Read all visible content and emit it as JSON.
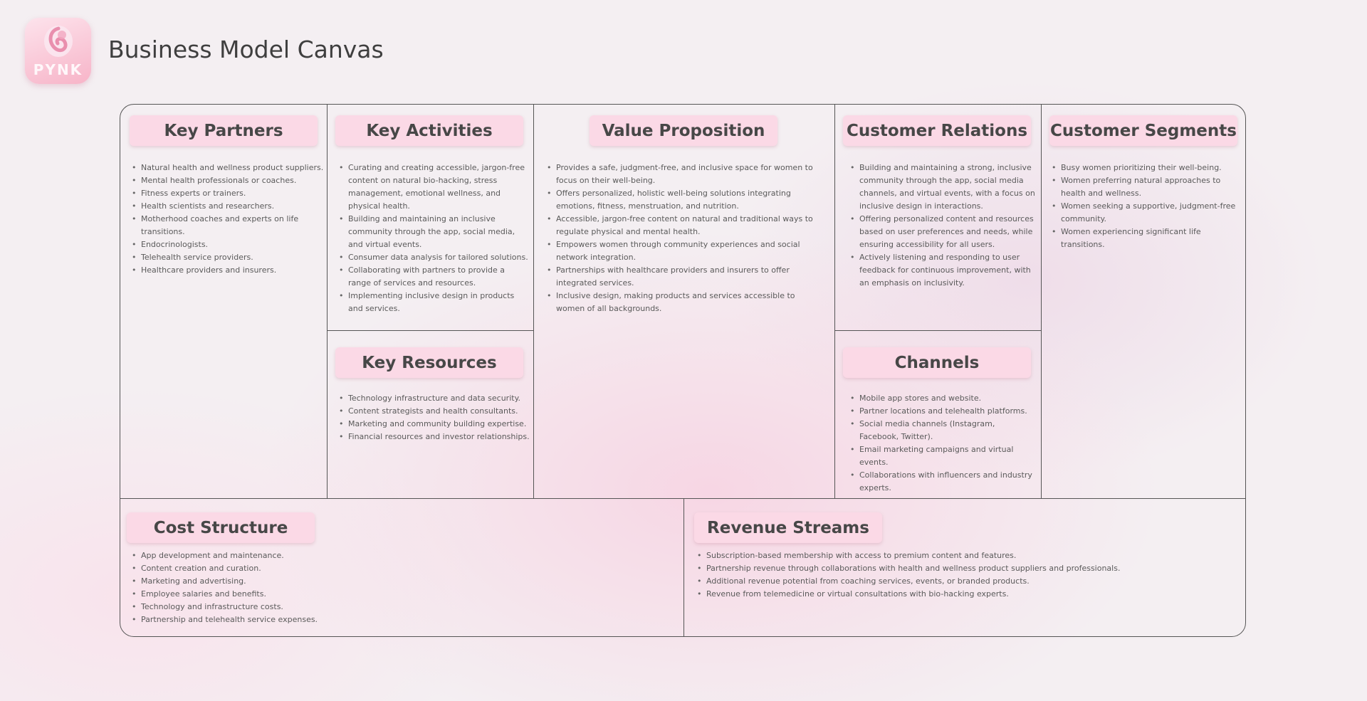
{
  "header": {
    "logo_text": "PYNK",
    "title": "Business Model Canvas"
  },
  "colors": {
    "accent": "#fbd9e6",
    "border": "#555555",
    "logo": "#f7b4c8"
  },
  "canvas": {
    "key_partners": {
      "title": "Key Partners",
      "items": [
        "Natural health and wellness product suppliers.",
        "Mental health professionals or coaches.",
        "Fitness experts or trainers.",
        "Health scientists and researchers.",
        "Motherhood coaches and experts on life transitions.",
        "Endocrinologists.",
        "Telehealth service providers.",
        "Healthcare providers and insurers."
      ]
    },
    "key_activities": {
      "title": "Key Activities",
      "items": [
        "Curating and creating accessible, jargon-free content on natural bio-hacking, stress management, emotional wellness, and physical health.",
        "Building and maintaining an inclusive community through the app, social media, and virtual events.",
        "Consumer data analysis for tailored solutions.",
        "Collaborating with partners to provide a range of services and resources.",
        "Implementing inclusive design in products and services."
      ]
    },
    "key_resources": {
      "title": "Key Resources",
      "items": [
        "Technology infrastructure and data security.",
        "Content strategists and health consultants.",
        "Marketing and community building expertise.",
        "Financial resources and investor relationships."
      ]
    },
    "value_proposition": {
      "title": "Value Proposition",
      "items": [
        "Provides a safe, judgment-free, and inclusive space for women to focus on their well-being.",
        "Offers personalized, holistic well-being solutions integrating emotions, fitness, menstruation, and nutrition.",
        "Accessible, jargon-free content on natural and traditional ways to regulate physical and mental health.",
        "Empowers women through community experiences and social network integration.",
        "Partnerships with healthcare providers and insurers to offer integrated services.",
        "Inclusive design, making products and services accessible to women of all backgrounds."
      ]
    },
    "customer_relations": {
      "title": "Customer Relations",
      "items": [
        "Building and maintaining a strong, inclusive community through the app, social media channels, and virtual events, with a focus on inclusive design in interactions.",
        "Offering personalized content and resources based on user preferences and needs, while ensuring accessibility for all users.",
        "Actively listening and responding to user feedback for continuous improvement, with an emphasis on inclusivity."
      ]
    },
    "channels": {
      "title": "Channels",
      "items": [
        "Mobile app stores and website.",
        "Partner locations and telehealth platforms.",
        "Social media channels (Instagram, Facebook, Twitter).",
        "Email marketing campaigns and virtual events.",
        "Collaborations with influencers and industry experts."
      ]
    },
    "customer_segments": {
      "title": "Customer Segments",
      "items": [
        "Busy women prioritizing their well-being.",
        "Women preferring natural approaches to health and wellness.",
        "Women seeking a supportive, judgment-free community.",
        "Women experiencing significant life transitions."
      ]
    },
    "cost_structure": {
      "title": "Cost Structure",
      "items": [
        "App development and maintenance.",
        "Content creation and curation.",
        "Marketing and advertising.",
        "Employee salaries and benefits.",
        "Technology and infrastructure costs.",
        "Partnership and telehealth service expenses."
      ]
    },
    "revenue_streams": {
      "title": "Revenue Streams",
      "items": [
        "Subscription-based membership with access to premium content and features.",
        "Partnership revenue through collaborations with health and wellness product suppliers and professionals.",
        "Additional revenue potential from coaching services, events, or branded products.",
        "Revenue from telemedicine or virtual consultations with bio-hacking experts."
      ]
    }
  }
}
